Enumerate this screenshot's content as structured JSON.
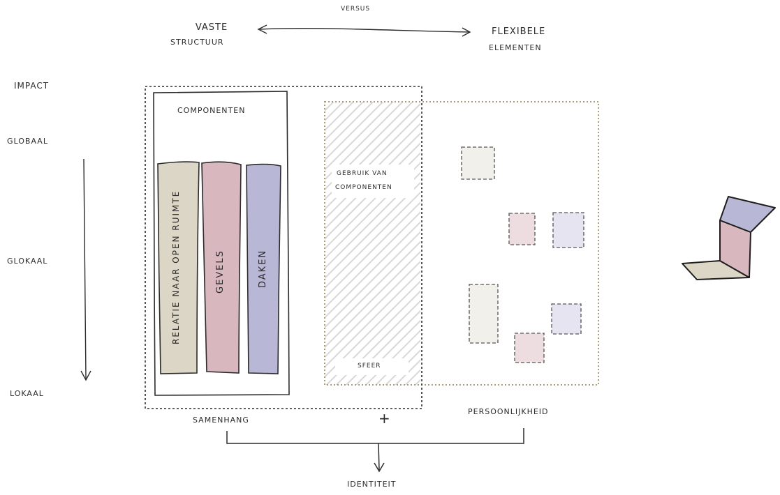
{
  "header": {
    "versus": "VERSUS",
    "left_line1": "VASTE",
    "left_line2": "STRUCTUUR",
    "right_line1": "FLEXIBELE",
    "right_line2": "ELEMENTEN"
  },
  "impact_axis": {
    "title": "IMPACT",
    "levels": [
      "GLOBAAL",
      "GLOKAAL",
      "LOKAAL"
    ]
  },
  "structure": {
    "componenten": "COMPONENTEN",
    "bars": [
      {
        "label": "RELATIE NAAR OPEN RUIMTE",
        "color": "#dcd6c6"
      },
      {
        "label": "GEVELS",
        "color": "#d8b8be"
      },
      {
        "label": "DAKEN",
        "color": "#b8b8d6"
      }
    ]
  },
  "middle": {
    "gebruik_line1": "GEBRUIK VAN",
    "gebruik_line2": "COMPONENTEN",
    "sfeer": "SFEER"
  },
  "bottom": {
    "samenhang": "SAMENHANG",
    "plus": "+",
    "persoonlijkheid": "PERSOONLIJKHEID",
    "identiteit": "IDENTITEIT"
  },
  "colors": {
    "beige": "#dcd6c6",
    "pink": "#d8b8be",
    "lavender": "#b8b8d6",
    "olive_dotted": "#a89f78",
    "hatch": "#dcdcdc"
  }
}
